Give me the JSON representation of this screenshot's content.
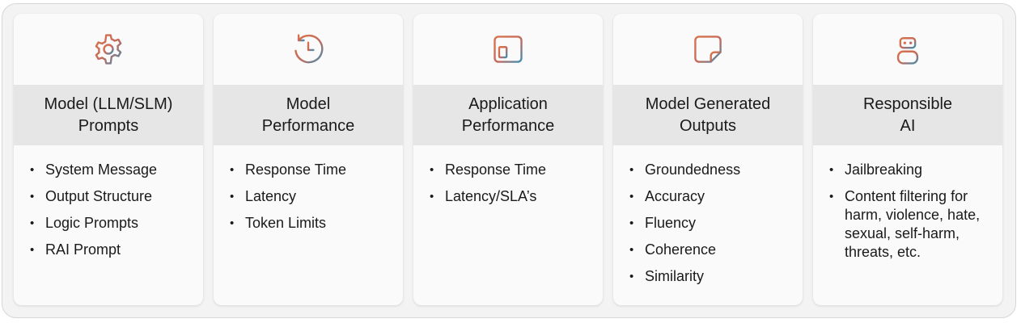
{
  "colors": {
    "icon_start": "#d9734a",
    "icon_end": "#3f8fb3",
    "card_background": "#fafafa",
    "title_band": "#e6e6e6",
    "frame_background": "#f3f3f3"
  },
  "cards": [
    {
      "icon": "gear-icon",
      "title_line1": "Model (LLM/SLM)",
      "title_line2": "Prompts",
      "items": [
        "System Message",
        "Output Structure",
        "Logic Prompts",
        "RAI Prompt"
      ]
    },
    {
      "icon": "history-clock-icon",
      "title_line1": "Model",
      "title_line2": "Performance",
      "items": [
        "Response Time",
        "Latency",
        "Token Limits"
      ]
    },
    {
      "icon": "app-window-icon",
      "title_line1": "Application",
      "title_line2": "Performance",
      "items": [
        "Response Time",
        "Latency/SLA’s"
      ]
    },
    {
      "icon": "sticky-note-icon",
      "title_line1": "Model Generated",
      "title_line2": "Outputs",
      "items": [
        "Groundedness",
        "Accuracy",
        "Fluency",
        "Coherence",
        "Similarity"
      ]
    },
    {
      "icon": "bot-icon",
      "title_line1": "Responsible",
      "title_line2": "AI",
      "items": [
        "Jailbreaking",
        "Content filtering for harm, violence, hate, sexual, self-harm, threats, etc."
      ]
    }
  ]
}
